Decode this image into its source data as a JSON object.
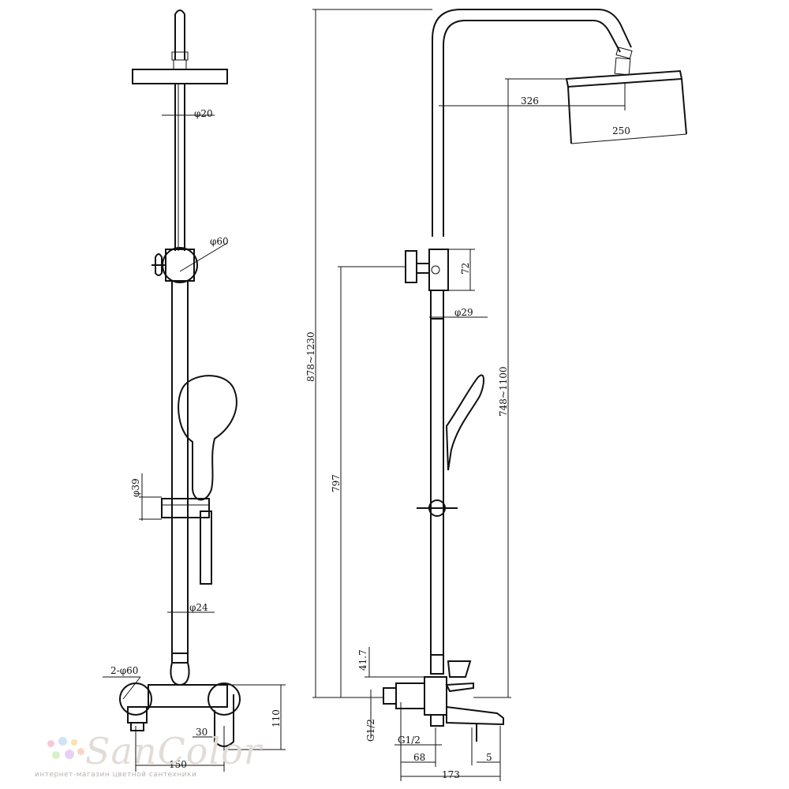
{
  "dimensions": {
    "front": {
      "pipe_diameter": "φ20",
      "diverter_diameter": "φ60",
      "holder_diameter": "φ39",
      "lower_pipe_diameter": "φ24",
      "flange_diameter": "2-φ60",
      "body_height": "110",
      "offset": "30",
      "center_distance": "150"
    },
    "side": {
      "overhead_reach": "326",
      "overhead_head_width": "250",
      "diverter_height": "72",
      "rod_diameter": "φ29",
      "total_height": "878~1230",
      "diverter_elevation": "797",
      "head_elevation": "748~1100",
      "inlet_offset": "41.7",
      "thread_left": "G1/2",
      "thread_bottom": "G1/2",
      "wall_to_axis": "68",
      "spout_length": "173",
      "spout_gap": "5"
    }
  },
  "brand": {
    "name": "SanColor",
    "tagline": "интернет-магазин цветной сантехники",
    "dot_colors": [
      "#f7c8dc",
      "#cfe3f7",
      "#f6e3b0",
      "#d8f0c8",
      "#e7d0f4",
      "#fbd6c3"
    ]
  }
}
